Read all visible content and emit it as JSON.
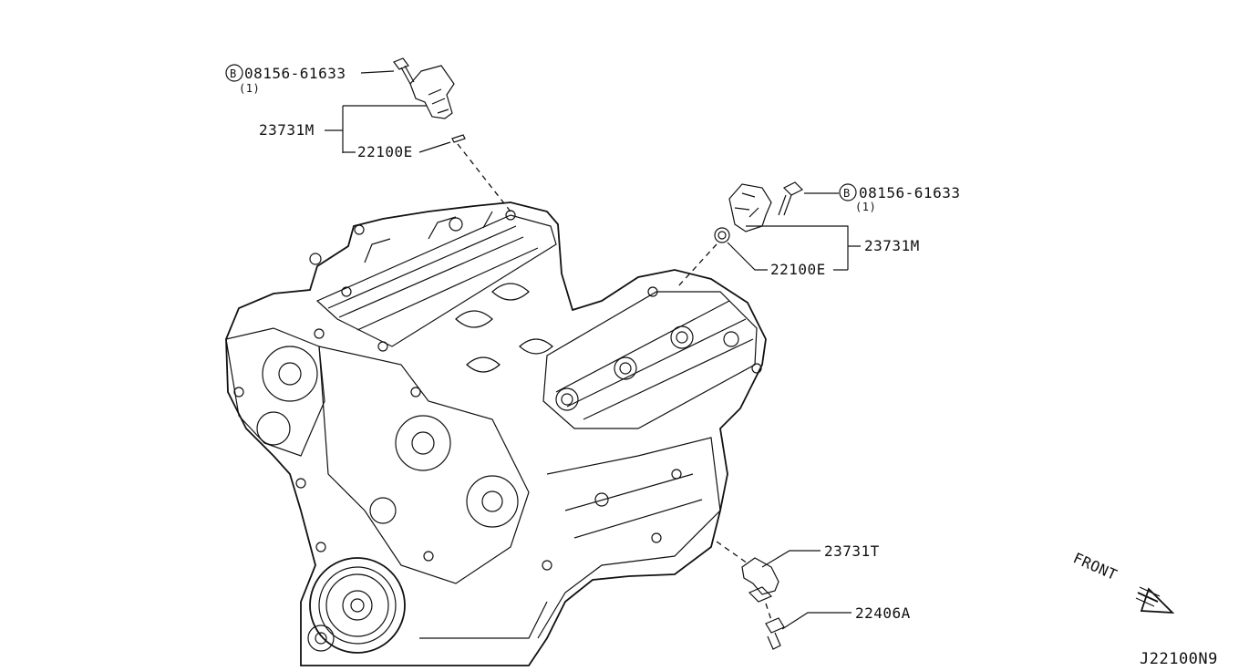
{
  "callouts": {
    "bolt_top": "08156-61633",
    "bolt_top_qty": "(1)",
    "bolt_top_prefix": "B",
    "sensor_top": "23731M",
    "oring_top": "22100E",
    "bolt_right": "08156-61633",
    "bolt_right_qty": "(1)",
    "bolt_right_prefix": "B",
    "sensor_right": "23731M",
    "oring_right": "22100E",
    "crank_sensor": "23731T",
    "crank_bolt": "22406A"
  },
  "direction_label": "FRONT",
  "figure_code": "J22100N9"
}
